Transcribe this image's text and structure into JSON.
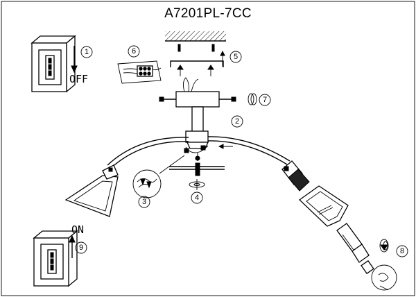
{
  "title": "A7201PL-7CC",
  "switch_off_label": "OFF",
  "switch_on_label": "ON",
  "callouts": [
    "1",
    "2",
    "3",
    "4",
    "5",
    "6",
    "7",
    "8",
    "9"
  ]
}
